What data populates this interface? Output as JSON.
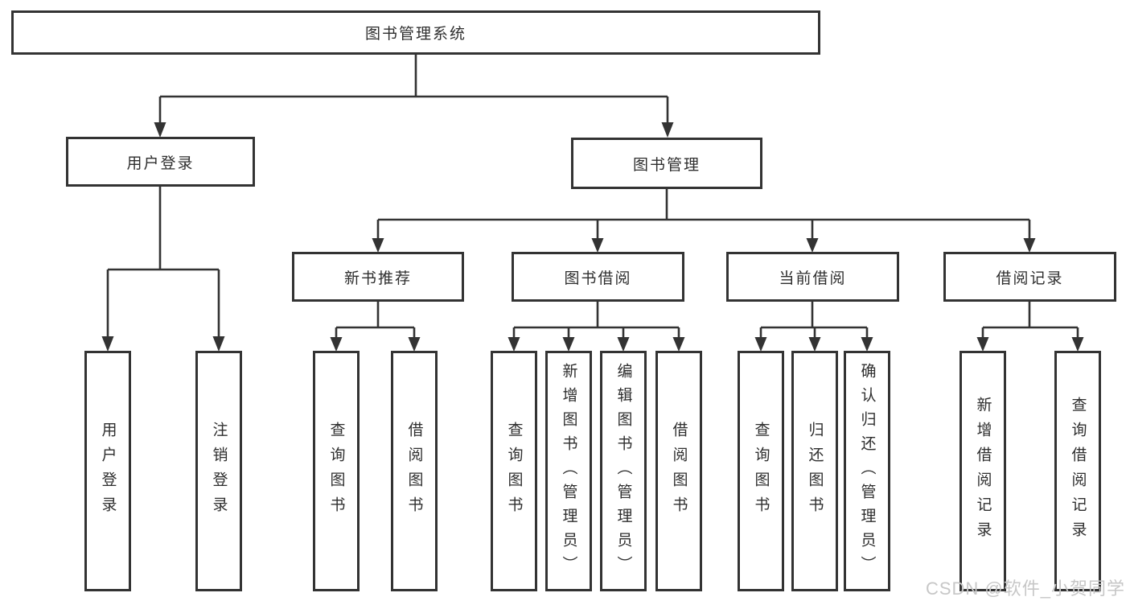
{
  "diagram": {
    "root": {
      "label": "图书管理系统"
    },
    "level2": [
      {
        "label": "用户登录"
      },
      {
        "label": "图书管理"
      }
    ],
    "level3": [
      {
        "label": "新书推荐"
      },
      {
        "label": "图书借阅"
      },
      {
        "label": "当前借阅"
      },
      {
        "label": "借阅记录"
      }
    ],
    "leaves": {
      "login": [
        "用户登录",
        "注销登录"
      ],
      "recommend": [
        "查询图书",
        "借阅图书"
      ],
      "borrow": [
        "查询图书",
        "新增图书（管理员）",
        "编辑图书（管理员）",
        "借阅图书"
      ],
      "current": [
        "查询图书",
        "归还图书",
        "确认归还（管理员）"
      ],
      "records": [
        "新增借阅记录",
        "查询借阅记录"
      ]
    }
  },
  "colors": {
    "line": "#333333",
    "text": "#2e2e2e",
    "watermark": "#c7c7c7",
    "background": "#ffffff"
  },
  "watermark": {
    "text": "CSDN @软件_小贺同学"
  }
}
